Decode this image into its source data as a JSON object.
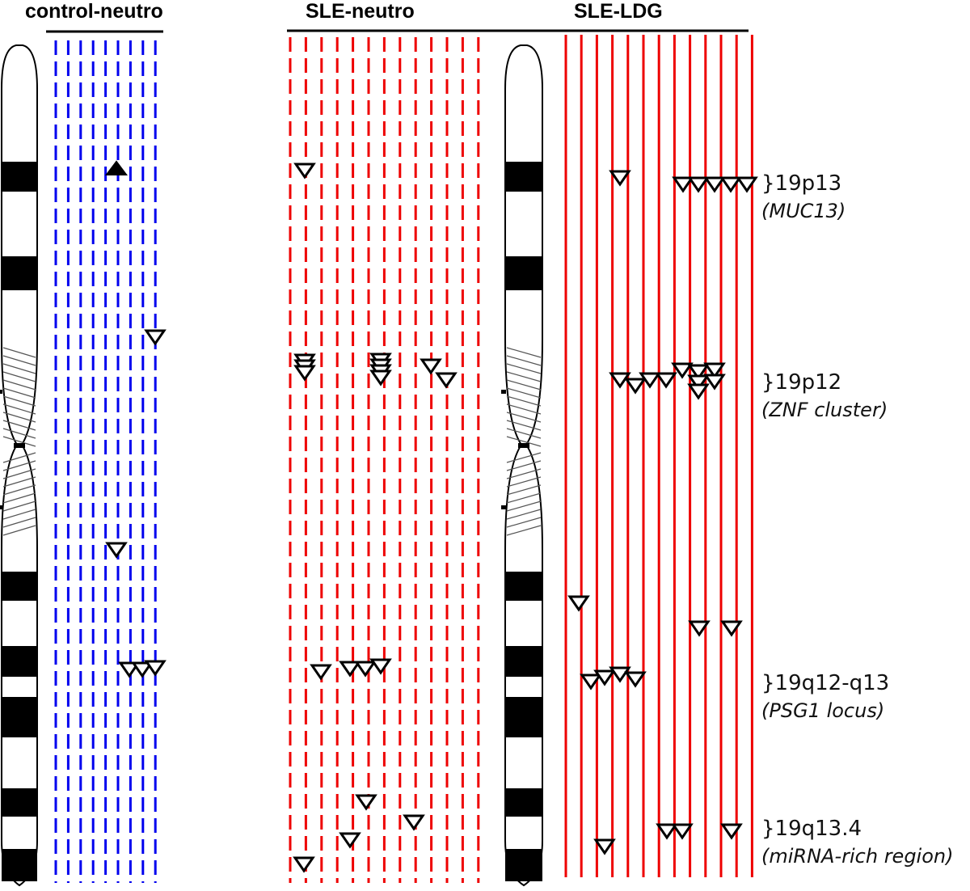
{
  "groups": {
    "control": "control-neutro",
    "sle": "SLE-neutro",
    "ldg": "SLE-LDG"
  },
  "regions": [
    {
      "label": "}19p13",
      "gene": "(MUC13)"
    },
    {
      "label": "}19p12",
      "gene": "(ZNF cluster)"
    },
    {
      "label": "}19q12-q13",
      "gene": "(PSG1 locus)"
    },
    {
      "label": "}19q13.4",
      "gene": "(miRNA-rich region)"
    }
  ],
  "colors": {
    "control_lines": "#0000ee",
    "sle_lines": "#ee0000",
    "marker_stroke": "#000000"
  },
  "marker_icons": {
    "up": "filled-up-triangle-icon",
    "down": "open-down-triangle-icon"
  },
  "lanes": {
    "control": 9,
    "sle": 13,
    "ldg": 13
  }
}
